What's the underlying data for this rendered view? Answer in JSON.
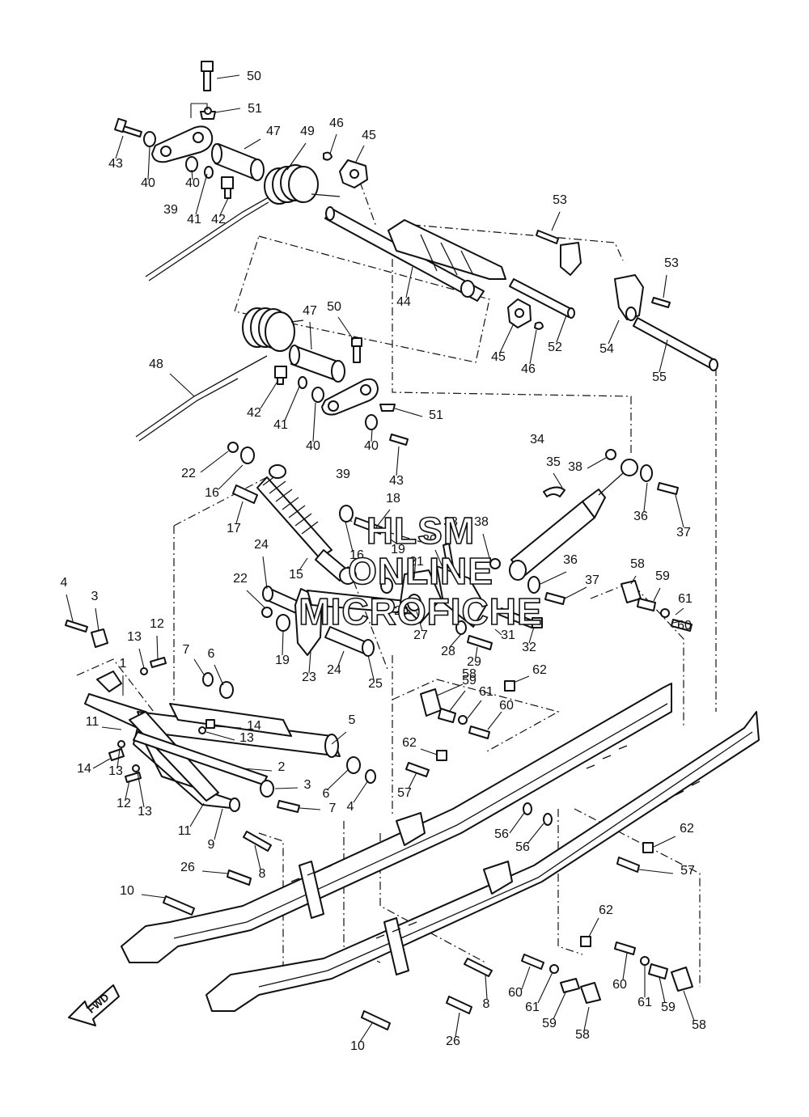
{
  "watermark": {
    "line1": "HLSM",
    "line2": "ONLINE",
    "line3": "MICROFICHE"
  },
  "direction_arrow": {
    "label": "FWD"
  },
  "callouts": [
    {
      "text": "50"
    },
    {
      "text": "51"
    },
    {
      "text": "47"
    },
    {
      "text": "49"
    },
    {
      "text": "46"
    },
    {
      "text": "45"
    },
    {
      "text": "43"
    },
    {
      "text": "40"
    },
    {
      "text": "40"
    },
    {
      "text": "39"
    },
    {
      "text": "41"
    },
    {
      "text": "42"
    },
    {
      "text": "53"
    },
    {
      "text": "53"
    },
    {
      "text": "44"
    },
    {
      "text": "45"
    },
    {
      "text": "46"
    },
    {
      "text": "52"
    },
    {
      "text": "54"
    },
    {
      "text": "55"
    },
    {
      "text": "47"
    },
    {
      "text": "50"
    },
    {
      "text": "48"
    },
    {
      "text": "42"
    },
    {
      "text": "41"
    },
    {
      "text": "40"
    },
    {
      "text": "40"
    },
    {
      "text": "39"
    },
    {
      "text": "51"
    },
    {
      "text": "43"
    },
    {
      "text": "34"
    },
    {
      "text": "35"
    },
    {
      "text": "38"
    },
    {
      "text": "36"
    },
    {
      "text": "37"
    },
    {
      "text": "22"
    },
    {
      "text": "16"
    },
    {
      "text": "17"
    },
    {
      "text": "18"
    },
    {
      "text": "19"
    },
    {
      "text": "33"
    },
    {
      "text": "30"
    },
    {
      "text": "38"
    },
    {
      "text": "21"
    },
    {
      "text": "16"
    },
    {
      "text": "15"
    },
    {
      "text": "24"
    },
    {
      "text": "22"
    },
    {
      "text": "20"
    },
    {
      "text": "36"
    },
    {
      "text": "37"
    },
    {
      "text": "58"
    },
    {
      "text": "59"
    },
    {
      "text": "61"
    },
    {
      "text": "60"
    },
    {
      "text": "27"
    },
    {
      "text": "31"
    },
    {
      "text": "32"
    },
    {
      "text": "28"
    },
    {
      "text": "29"
    },
    {
      "text": "19"
    },
    {
      "text": "23"
    },
    {
      "text": "24"
    },
    {
      "text": "25"
    },
    {
      "text": "4"
    },
    {
      "text": "3"
    },
    {
      "text": "12"
    },
    {
      "text": "13"
    },
    {
      "text": "7"
    },
    {
      "text": "6"
    },
    {
      "text": "1"
    },
    {
      "text": "58"
    },
    {
      "text": "59"
    },
    {
      "text": "61"
    },
    {
      "text": "60"
    },
    {
      "text": "62"
    },
    {
      "text": "11"
    },
    {
      "text": "14"
    },
    {
      "text": "13"
    },
    {
      "text": "5"
    },
    {
      "text": "14"
    },
    {
      "text": "13"
    },
    {
      "text": "2"
    },
    {
      "text": "62"
    },
    {
      "text": "57"
    },
    {
      "text": "3"
    },
    {
      "text": "6"
    },
    {
      "text": "7"
    },
    {
      "text": "4"
    },
    {
      "text": "12"
    },
    {
      "text": "13"
    },
    {
      "text": "11"
    },
    {
      "text": "9"
    },
    {
      "text": "56"
    },
    {
      "text": "56"
    },
    {
      "text": "62"
    },
    {
      "text": "26"
    },
    {
      "text": "8"
    },
    {
      "text": "57"
    },
    {
      "text": "10"
    },
    {
      "text": "62"
    },
    {
      "text": "8"
    },
    {
      "text": "60"
    },
    {
      "text": "60"
    },
    {
      "text": "61"
    },
    {
      "text": "61"
    },
    {
      "text": "59"
    },
    {
      "text": "59"
    },
    {
      "text": "58"
    },
    {
      "text": "58"
    },
    {
      "text": "10"
    },
    {
      "text": "26"
    }
  ]
}
